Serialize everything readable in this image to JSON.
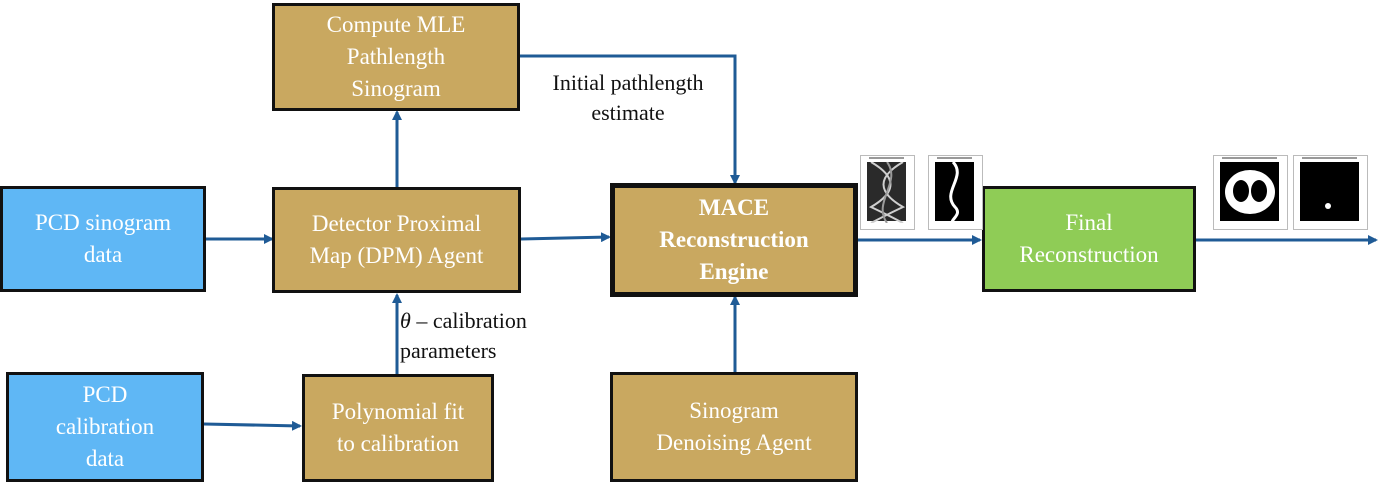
{
  "colors": {
    "input_box": "#5fb7f5",
    "process_box": "#c9a860",
    "output_box": "#8fcc56",
    "arrow": "#1f5b96"
  },
  "nodes": {
    "pcd_sinogram": "PCD sinogram\ndata",
    "pcd_calibration": "PCD\ncalibration\ndata",
    "compute_mle": "Compute MLE\nPathlength\nSinogram",
    "dpm_agent": "Detector Proximal\nMap (DPM) Agent",
    "polynomial_fit": "Polynomial fit\nto calibration",
    "mace_engine": "MACE\nReconstruction\nEngine",
    "denoising_agent": "Sinogram\nDenoising Agent",
    "final_reconstruction": "Final\nReconstruction"
  },
  "edge_labels": {
    "initial_pathlength": "Initial pathlength\nestimate",
    "theta_symbol": "θ",
    "calibration_params": " – calibration\nparameters"
  },
  "thumbnails": [
    {
      "name": "sinogram-thumbnail"
    },
    {
      "name": "pathlength-thumbnail"
    },
    {
      "name": "phantom-reconstruction-thumbnail"
    },
    {
      "name": "insert-reconstruction-thumbnail"
    }
  ]
}
